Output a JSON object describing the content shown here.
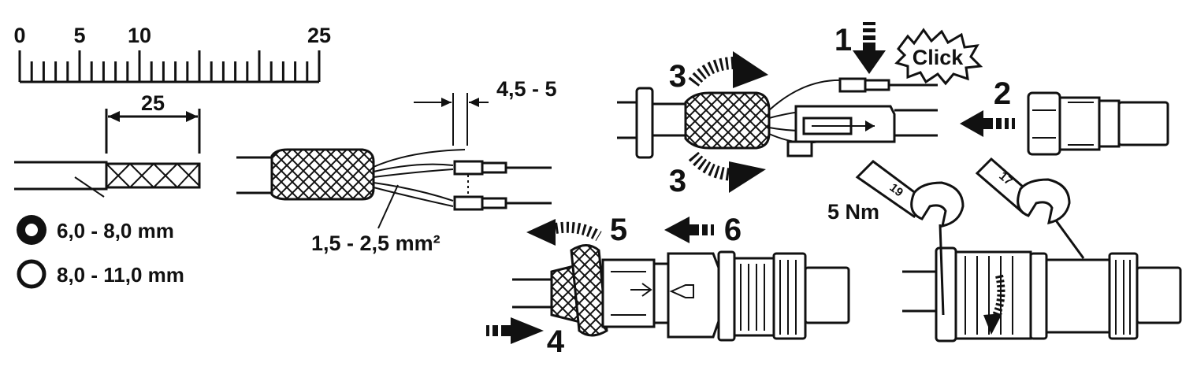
{
  "ruler": {
    "labels": [
      "0",
      "5",
      "10",
      "25"
    ]
  },
  "strip_length": "25",
  "diameter_ranges": [
    {
      "label": "6,0 - 8,0 mm"
    },
    {
      "label": "8,0 - 11,0 mm"
    }
  ],
  "conductor_cross_section": "1,5 - 2,5 mm²",
  "insulation_strip": "4,5 - 5",
  "steps": {
    "step1": "1",
    "step2": "2",
    "step3_top": "3",
    "step3_bottom": "3",
    "step4": "4",
    "step5": "5",
    "step6": "6"
  },
  "click_label": "Click",
  "torque": "5 Nm",
  "wrench_sizes": [
    "19",
    "17"
  ]
}
